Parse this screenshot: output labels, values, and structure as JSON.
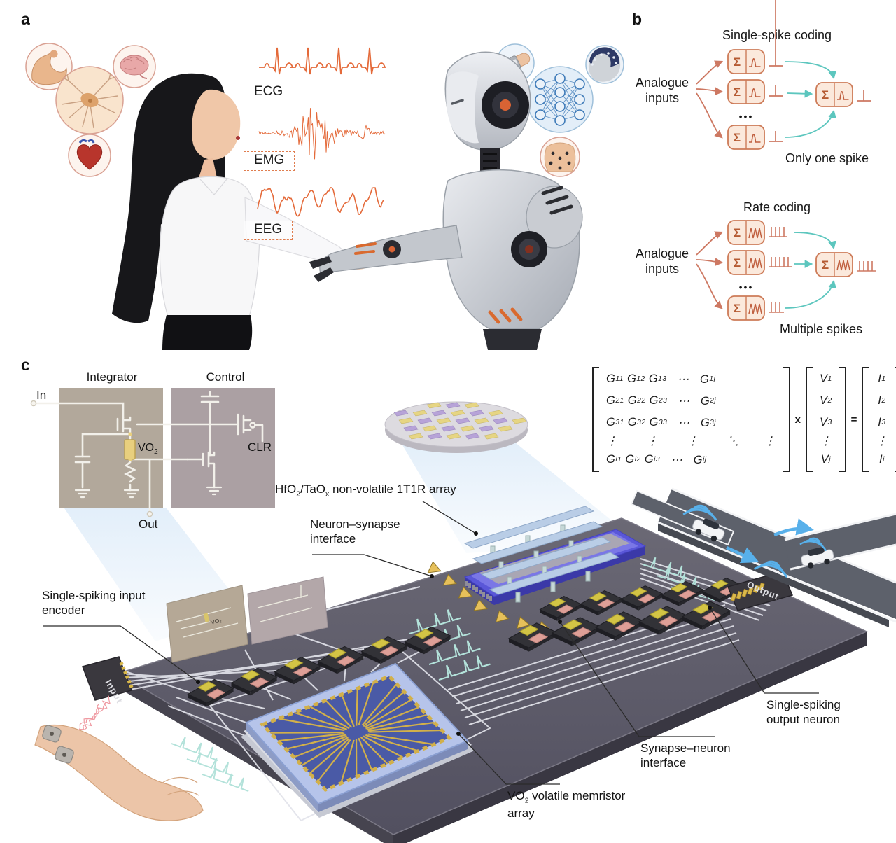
{
  "colors": {
    "signal_orange": "#e46a3a",
    "coding_salmon": "#cd7862",
    "coding_teal": "#5cc6be",
    "neuron_box_fill": "#fbe9dc",
    "neuron_box_stroke": "#cd7b58",
    "board_gray": "#5e5c68",
    "array_blue": "#5a57d8",
    "gold": "#d9b84a",
    "chip_yellow": "#d3c445",
    "chip_pink": "#de9f97",
    "wifi_blue": "#58b0ea"
  },
  "panel_labels": {
    "a": "a",
    "b": "b",
    "c": "c"
  },
  "panel_a": {
    "signals": {
      "ecg": "ECG",
      "emg": "EMG",
      "eeg": "EEG"
    },
    "left_icons": [
      "muscle",
      "brain",
      "neuron",
      "heart"
    ],
    "right_icons": [
      "wearable-arm",
      "neural-network",
      "eeg-cap",
      "ecg-electrode-torso"
    ]
  },
  "panel_b": {
    "sigma": "Σ",
    "dots": "•••",
    "single": {
      "title": "Single-spike coding",
      "inputs": "Analogue inputs",
      "result": "Only one spike"
    },
    "rate": {
      "title": "Rate coding",
      "inputs": "Analogue inputs",
      "result": "Multiple spikes"
    }
  },
  "panel_c": {
    "circuit": {
      "integrator": "Integrator",
      "control": "Control",
      "input": "In",
      "output": "Out",
      "device": "VO_{2}",
      "clear": "CLR"
    },
    "matrix": {
      "g_rows": [
        "G_{11} G_{12} G_{13}   ⋯   G_{1j}",
        "G_{21} G_{22} G_{23}   ⋯   G_{2j}",
        "G_{31} G_{32} G_{33}   ⋯   G_{3j}",
        "⋮        ⋮        ⋮        ⋱       ⋮",
        "G_{i1} G_{i2} G_{i3}   ⋯   G_{ij}"
      ],
      "v_col": [
        "V_{1}",
        "V_{2}",
        "V_{3}",
        "⋮",
        "V_{j}"
      ],
      "i_col": [
        "I_{1}",
        "I_{2}",
        "I_{3}",
        "⋮",
        "I_{i}"
      ],
      "times": "x",
      "equals": "="
    },
    "labels": {
      "t1r_array": "HfO_{2}/TaO_{x} non-volatile 1T1R array",
      "neuron_synapse": "Neuron–synapse interface",
      "input_encoder": "Single-spiking input encoder",
      "vo2_array": "VO_{2} volatile memristor array",
      "synapse_neuron": "Synapse–neuron interface",
      "output_neuron": "Single-spiking output neuron",
      "input_chip": "Input",
      "output_chip": "Output",
      "vo2_mini": "VO₂"
    }
  }
}
